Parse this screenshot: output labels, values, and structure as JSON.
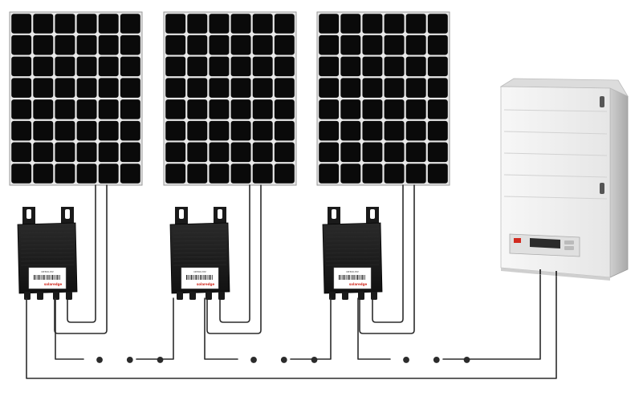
{
  "scene": {
    "panels": [
      {
        "id": "panel-1"
      },
      {
        "id": "panel-2"
      },
      {
        "id": "panel-3"
      }
    ],
    "optimizers": [
      {
        "id": "optimizer-1",
        "model": "OP300-MV",
        "brand": "solaredge"
      },
      {
        "id": "optimizer-2",
        "model": "OP300-MV",
        "brand": "solaredge"
      },
      {
        "id": "optimizer-3",
        "model": "OP300-MV",
        "brand": "solaredge"
      }
    ],
    "ellipsis": "• • •",
    "colors": {
      "panel_cell": "#0a0a0a",
      "panel_grid": "#e8e8e8",
      "optimizer_body": "#1c1c1c",
      "inverter_body": "#eeeeee",
      "brand_red": "#d12a1f",
      "wire": "#2b2b2b"
    }
  }
}
